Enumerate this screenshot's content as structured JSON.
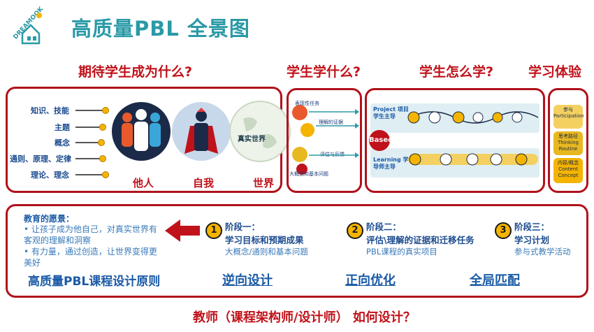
{
  "logo_text": "DREAMOOK",
  "title": "高质量PBL  全景图",
  "headings": {
    "expect": "期待学生成为什么?",
    "what": "学生学什么?",
    "how": "学生怎么学?",
    "experience": "学习体验"
  },
  "knowledge_labels": [
    "知识、技能",
    "主题",
    "概念",
    "通则、原理、定律",
    "理论、理念"
  ],
  "circles": {
    "others": "他人",
    "self": "自我",
    "world": "世界",
    "world_inner": "真实世界"
  },
  "what_items": [
    "表现性任务",
    "理解的证据",
    "评估与反馈",
    "大概念和基本问题"
  ],
  "how": {
    "project": "Project 项目\n学生主导",
    "based": "Based",
    "learning": "Learning 学习\n导师主导"
  },
  "experience_items": [
    "参与\nParticipation",
    "思考路径\nThinking\nRoutine",
    "内容/概念\nContent\nConcept"
  ],
  "vision": {
    "heading": "教育的愿景：",
    "bullets": [
      "让孩子成为他自己，对真实世界有客观的理解和洞察",
      "有力量，通过创造，让世界变得更美好"
    ]
  },
  "stages": [
    {
      "num": "1",
      "title": "阶段一：",
      "bold": "学习目标和预期成果",
      "sub": "大概念/通则和基本问题"
    },
    {
      "num": "2",
      "title": "阶段二：",
      "bold": "评估\\理解的证据和迁移任务",
      "sub": "PBL课程的真实项目"
    },
    {
      "num": "3",
      "title": "阶段三：",
      "bold": "学习计划",
      "sub": "参与式教学活动"
    }
  ],
  "principles": {
    "label": "高质量PBL课程设计原则",
    "items": [
      "逆向设计",
      "正向优化",
      "全局匹配"
    ]
  },
  "footer": "教师（课程架构师/设计师）  如何设计？",
  "colors": {
    "red": "#c0121a",
    "teal": "#2a9aa6",
    "blue": "#1a5aa6",
    "yellow": "#f4b400"
  }
}
